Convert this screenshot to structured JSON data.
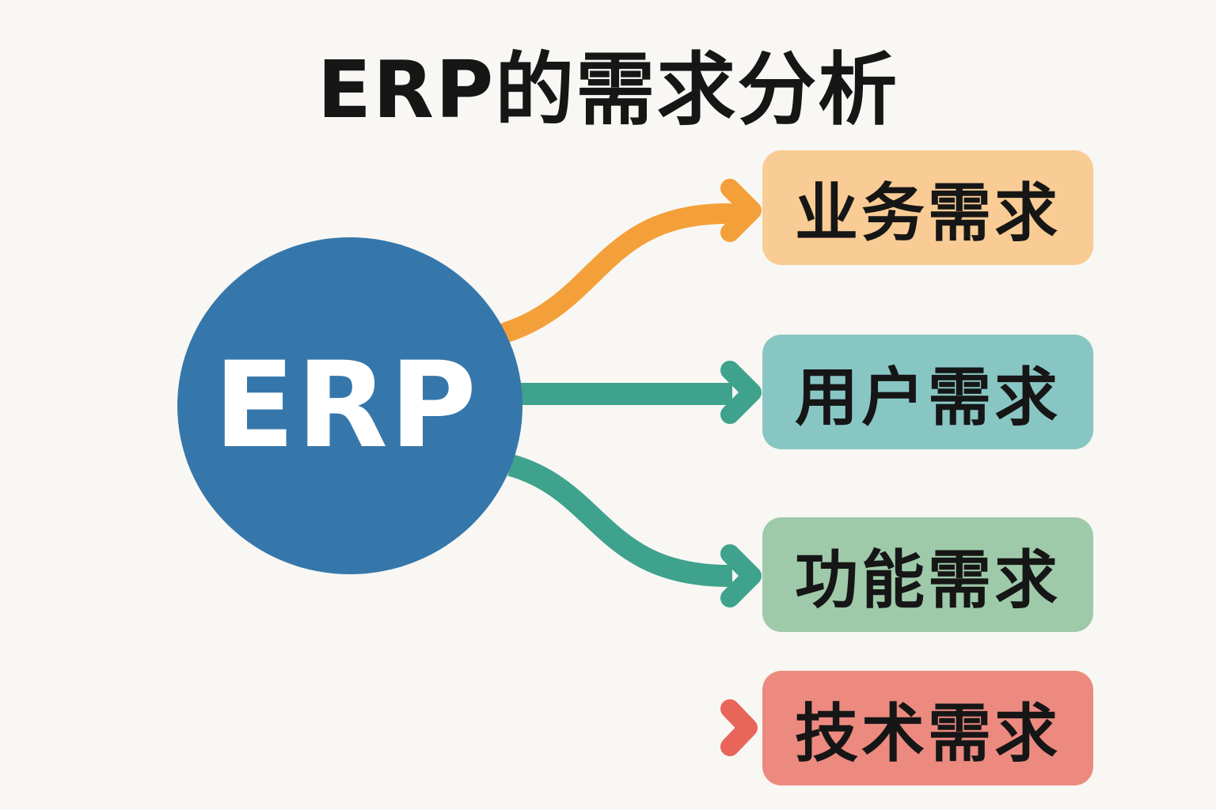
{
  "title": "ERP的需求分析",
  "hub": {
    "label": "ERP",
    "color": "#3677ab"
  },
  "nodes": [
    {
      "label": "业务需求",
      "fill": "#f8cc94",
      "arrow_color": "#f4a03a"
    },
    {
      "label": "用户需求",
      "fill": "#88c6c4",
      "arrow_color": "#3fa28d"
    },
    {
      "label": "功能需求",
      "fill": "#9ecaaa",
      "arrow_color": "#3fa28d"
    },
    {
      "label": "技术需求",
      "fill": "#ec8a80",
      "arrow_color": "#e8655a"
    }
  ]
}
